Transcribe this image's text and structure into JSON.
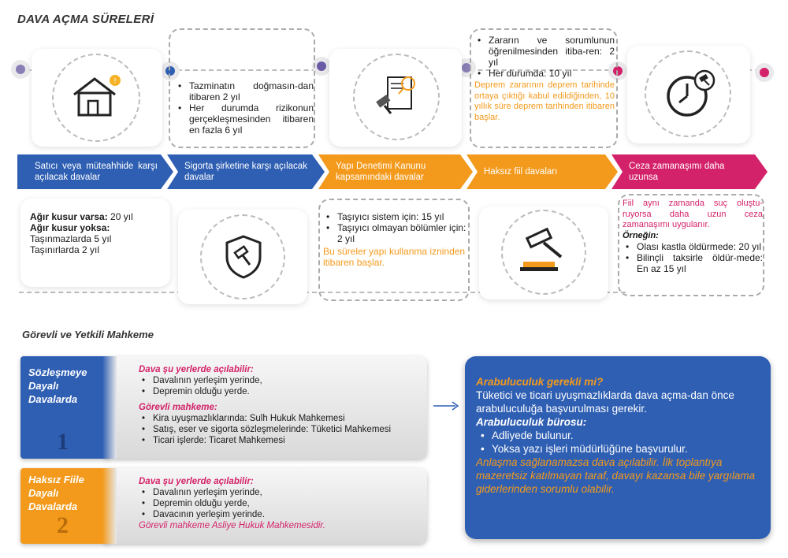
{
  "title": "DAVA AÇMA SÜRELERİ",
  "colors": {
    "blue": "#2f5fb3",
    "blue_dark": "#24469a",
    "orange": "#f39a1c",
    "pink": "#d4226a",
    "dot_1": "#8a7fb5",
    "dot_2": "#2f5fb3",
    "dot_3": "#6b5aa6",
    "dot_4": "#8a7fb5",
    "dot_5": "#d4226a",
    "dot_6": "#d4226a"
  },
  "timeline": [
    {
      "arrow": "Satıcı veya müteahhide karşı açılacak davalar",
      "icon": "house-icon"
    },
    {
      "arrow": "Sigorta şirketine karşı açılacak davalar",
      "icon": "shield-gavel-icon"
    },
    {
      "arrow": "Yapı Denetimi Kanunu kapsamındaki davalar",
      "icon": "inspection-gavel-icon"
    },
    {
      "arrow": "Haksız fiil davaları",
      "icon": "gavel-icon"
    },
    {
      "arrow": "Ceza zamanaşımı daha uzunsa",
      "icon": "clock-gavel-icon"
    }
  ],
  "col1": {
    "line1_bold": "Ağır kusur varsa:",
    "line1_rest": " 20 yıl",
    "line2_bold": "Ağır kusur yoksa:",
    "line3": "Taşınmazlarda 5 yıl",
    "line4": "Taşınırlarda 2 yıl"
  },
  "col2": {
    "items": [
      "Tazminatın doğmasın-dan itibaren 2 yıl",
      "Her durumda rizikonun gerçekleşmesinden itibaren en fazla 6 yıl"
    ]
  },
  "col3": {
    "items": [
      "Taşıyıcı sistem için: 15 yıl",
      "Taşıyıcı olmayan bölümler için: 2 yıl"
    ],
    "note": "Bu süreler yapı kullanma izninden itibaren başlar."
  },
  "col4": {
    "items": [
      "Zararın ve sorumlunun öğrenilmesinden itiba-ren: 2 yıl",
      "Her durumda: 10 yıl"
    ],
    "note": "Deprem zararının deprem tarihinde ortaya çıktığı kabul edildiğinden, 10 yıllık süre deprem tarihinden itibaren başlar."
  },
  "col5": {
    "note": "Fiil aynı zamanda suç oluştu-ruyorsa daha uzun ceza zamanaşımı uygulanır.",
    "example_label": "Örneğin:",
    "items": [
      "Olası kastla öldürmede: 20 yıl",
      "Bilinçli taksirle öldür-mede: En az 15 yıl"
    ]
  },
  "court_title": "Görevli ve Yetkili Mahkeme",
  "court1": {
    "label": "Sözleşmeye Dayalı Davalarda",
    "number": "1",
    "where_title": "Dava şu yerlerde açılabilir:",
    "where_items": [
      "Davalının yerleşim yerinde,",
      "Depremin olduğu yerde."
    ],
    "court_title": "Görevli mahkeme:",
    "court_items": [
      "Kira uyuşmazlıklarında: Sulh Hukuk Mahkemesi",
      "Satış, eser ve sigorta sözleşmelerinde: Tüketici Mahkemesi",
      "Ticari işlerde: Ticaret Mahkemesi"
    ]
  },
  "court2": {
    "label": "Haksız Fiile Dayalı Davalarda",
    "number": "2",
    "where_title": "Dava şu yerlerde açılabilir:",
    "where_items": [
      "Davalının yerleşim yerinde,",
      "Depremin olduğu yerde,",
      "Davacının yerleşim yerinde."
    ],
    "court_note": "Görevli mahkeme Asliye Hukuk Mahkemesidir."
  },
  "mediation": {
    "title": "Arabuluculuk gerekli mi?",
    "text": "Tüketici ve ticari uyuşmazlıklarda dava açma-dan önce arabuluculuğa başvurulması gerekir.",
    "office_title": "Arabuluculuk bürosu:",
    "office_items": [
      "Adliyede bulunur.",
      "Yoksa yazı işleri müdürlüğüne başvurulur."
    ],
    "note": "Anlaşma sağlanamazsa dava açılabilir. İlk toplantıya mazeretsiz katılmayan taraf, davayı kazansa bile yargılama giderlerinden sorumlu olabilir."
  }
}
